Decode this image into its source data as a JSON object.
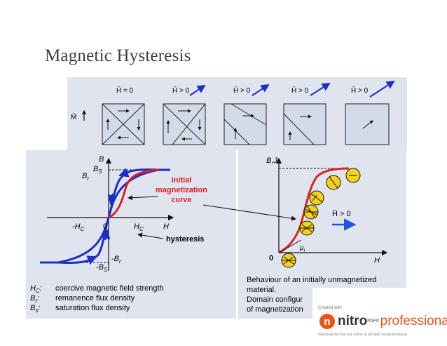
{
  "slide": {
    "title": "Magnetic Hysteresis"
  },
  "domains": {
    "states": [
      "H̄ = 0",
      "H̄ > 0",
      "H̄ > 0",
      "H̄ > 0",
      "H̄ > 0"
    ],
    "m_label": "M̄"
  },
  "hysteresis": {
    "axis_y": "B",
    "axis_x": "H",
    "bs": "B",
    "bs_sub": "S",
    "br": "B",
    "br_sub": "r",
    "neg_hc": "-H",
    "neg_hc_sub": "C",
    "zero": "0",
    "hc": "H",
    "hc_sub": "C",
    "neg_br": "-B",
    "neg_br_sub": "r",
    "neg_bs": "-B",
    "neg_bs_sub": "S",
    "initial_label_lines": [
      "initial",
      "magnetization",
      "curve"
    ],
    "hysteresis_label": "hysteresis"
  },
  "magnetization": {
    "axis_y": "B,J",
    "axis_x": "H",
    "zero": "0",
    "h_label": "H̄ > 0",
    "mu": "μ",
    "mu_sub": "i"
  },
  "legend": [
    {
      "sym": "H",
      "sub": "C",
      "desc": "coercive magnetic field strength"
    },
    {
      "sym": "B",
      "sub": "r",
      "desc": "remanence flux density"
    },
    {
      "sym": "B",
      "sub": "s",
      "desc": "saturation flux density"
    }
  ],
  "caption": {
    "lines": [
      "Behaviour of an initially unmagnetized",
      "material.",
      "Domain configur",
      "of magnetization"
    ]
  },
  "watermark": {
    "created": "Created with",
    "logo": "n",
    "nitro": "nitro",
    "pdf": "PDF®",
    "professional": "professional",
    "small": "download the free trial online at nitropdf.com/professional"
  },
  "colors": {
    "blue": "#1a2fc4",
    "red": "#e02020",
    "yellow": "#f5d11c",
    "accent": "#2255dd"
  }
}
